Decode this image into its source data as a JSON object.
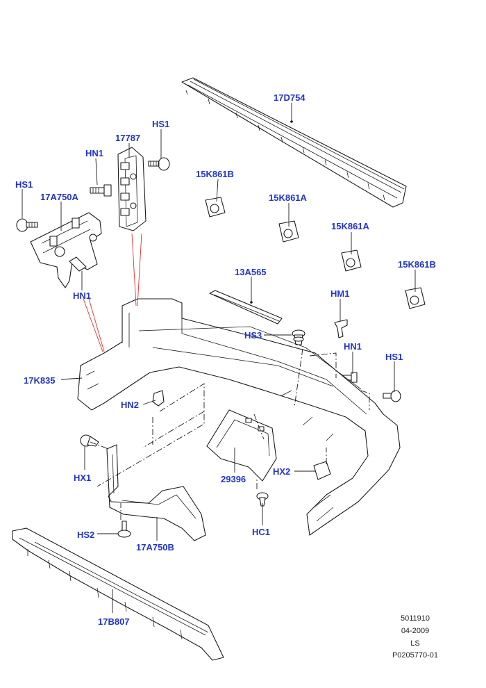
{
  "diagram": {
    "part_labels": {
      "p17D754": "17D754",
      "p17787": "17787",
      "hs1_top": "HS1",
      "hn1_top": "HN1",
      "hs1_left": "HS1",
      "p17A750A": "17A750A",
      "p15K861B": "15K861B",
      "p15K861A_1": "15K861A",
      "p15K861A_2": "15K861A",
      "p15K861B_2": "15K861B",
      "hn1_mid": "HN1",
      "p13A565": "13A565",
      "hm1": "HM1",
      "hs3": "HS3",
      "hn1_right": "HN1",
      "hs1_right": "HS1",
      "p17K835": "17K835",
      "hn2": "HN2",
      "hx1": "HX1",
      "hx2": "HX2",
      "p29396": "29396",
      "hs2": "HS2",
      "p17A750B": "17A750B",
      "hc1": "HC1",
      "p17B807": "17B807"
    },
    "meta": {
      "code": "5011910",
      "date": "04-2009",
      "model": "LS",
      "ref": "P0205770-01"
    }
  }
}
